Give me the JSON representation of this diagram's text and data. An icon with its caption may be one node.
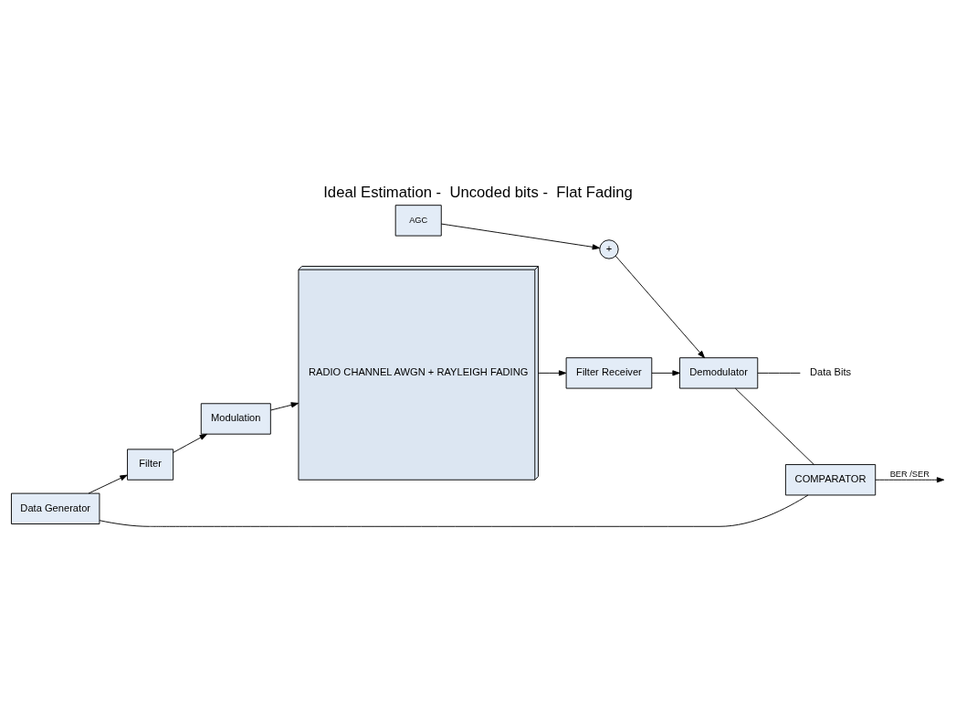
{
  "diagram": {
    "title": "Ideal Estimation -  Uncoded bits -  Flat Fading",
    "nodes": [
      {
        "text": [
          "Data Generator"
        ]
      },
      {
        "text": [
          "Filter"
        ]
      },
      {
        "text": [
          "Modulation"
        ]
      },
      {
        "text": [
          "RADIO CHANNEL AWGN + RAYLEIGH FADING"
        ]
      },
      {
        "text": [
          "Filter Receiver"
        ]
      },
      {
        "text": [
          "Demodulator"
        ]
      },
      {
        "text": [
          "+"
        ]
      },
      {
        "text": [
          "AGC"
        ]
      },
      {
        "text": [
          "Data Bits"
        ]
      },
      {
        "text": [
          "COMPARATOR"
        ]
      }
    ],
    "edges": [
      {
        "from": 0,
        "to": 1,
        "arrow": "to"
      },
      {
        "from": 1,
        "to": 2,
        "arrow": "to"
      },
      {
        "from": 2,
        "to": 3,
        "arrow": "to"
      },
      {
        "from": 3,
        "to": 4,
        "arrow": "to"
      },
      {
        "from": 4,
        "to": 5,
        "arrow": "to"
      },
      {
        "from": 6,
        "to": 5,
        "arrow": "to"
      },
      {
        "from": 7,
        "to": 6,
        "arrow": "to"
      },
      {
        "from": 5,
        "to": 8,
        "arrow": "none"
      },
      {
        "from": 0,
        "to": 9,
        "arrow": "none"
      },
      {
        "from": 5,
        "to": 9,
        "arrow": "none"
      },
      {
        "from": 9,
        "to": null,
        "arrow": "to",
        "label": "BER /SER"
      }
    ]
  }
}
